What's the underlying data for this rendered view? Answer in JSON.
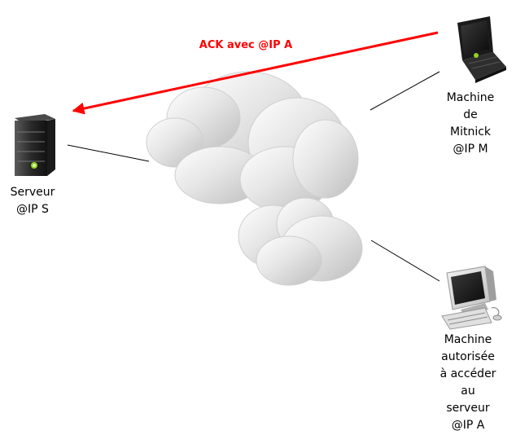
{
  "diagram": {
    "nodes": {
      "server": {
        "lines": [
          "Serveur",
          "@IP S"
        ]
      },
      "mitnick": {
        "lines": [
          "Machine",
          "de",
          "Mitnick",
          "@IP M"
        ]
      },
      "authorized": {
        "lines": [
          "Machine",
          "autorisée",
          "à accéder",
          "au",
          "serveur",
          "@IP A"
        ]
      }
    },
    "arrow": {
      "label": "ACK avec @IP A",
      "color": "#ff0000"
    },
    "colors": {
      "cloud": "#d9d9d9",
      "link": "#000000"
    }
  }
}
